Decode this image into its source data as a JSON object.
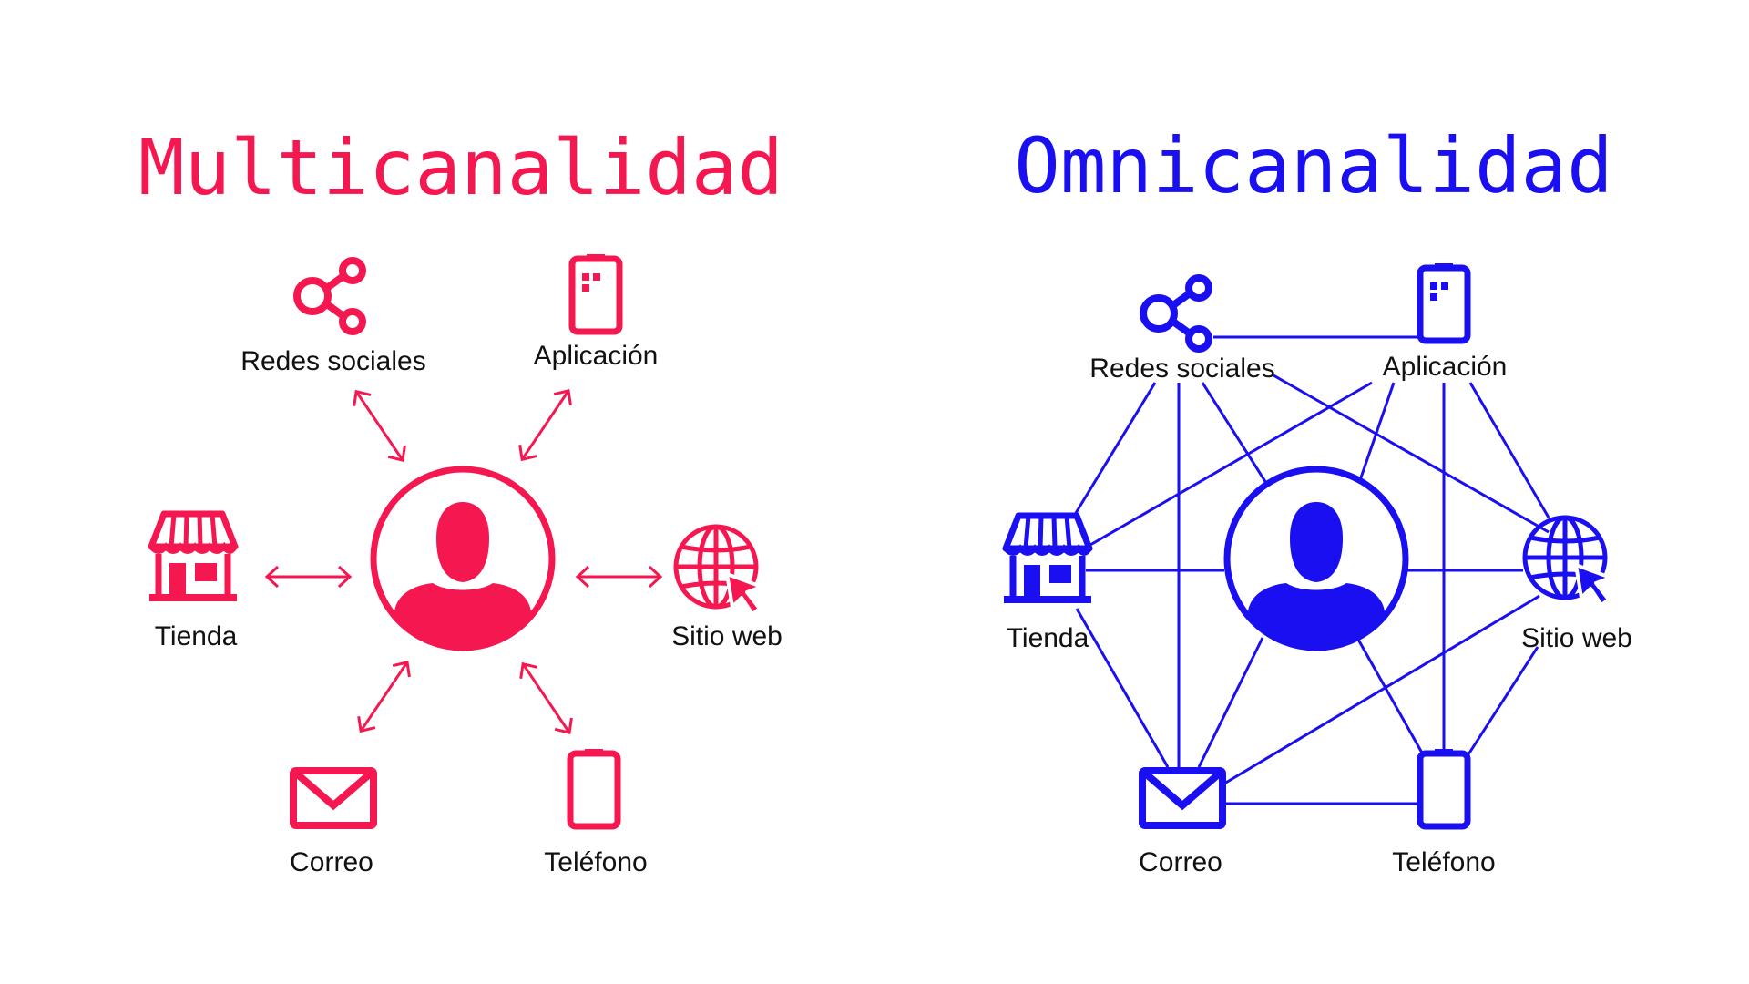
{
  "colors": {
    "multi": "#F5174F",
    "omni": "#1A0FF0",
    "label": "#111111"
  },
  "multichannel": {
    "title": "Multicanalidad",
    "channels": {
      "social": {
        "label": "Redes sociales",
        "icon": "share-icon"
      },
      "app": {
        "label": "Aplicación",
        "icon": "mobile-app-icon"
      },
      "store": {
        "label": "Tienda",
        "icon": "store-icon"
      },
      "web": {
        "label": "Sitio web",
        "icon": "globe-cursor-icon"
      },
      "mail": {
        "label": "Correo",
        "icon": "envelope-icon"
      },
      "phone": {
        "label": "Teléfono",
        "icon": "phone-icon"
      }
    },
    "center": {
      "icon": "user-icon"
    }
  },
  "omnichannel": {
    "title": "Omnicanalidad",
    "channels": {
      "social": {
        "label": "Redes sociales",
        "icon": "share-icon"
      },
      "app": {
        "label": "Aplicación",
        "icon": "mobile-app-icon"
      },
      "store": {
        "label": "Tienda",
        "icon": "store-icon"
      },
      "web": {
        "label": "Sitio web",
        "icon": "globe-cursor-icon"
      },
      "mail": {
        "label": "Correo",
        "icon": "envelope-icon"
      },
      "phone": {
        "label": "Teléfono",
        "icon": "phone-icon"
      }
    },
    "center": {
      "icon": "user-icon"
    }
  }
}
